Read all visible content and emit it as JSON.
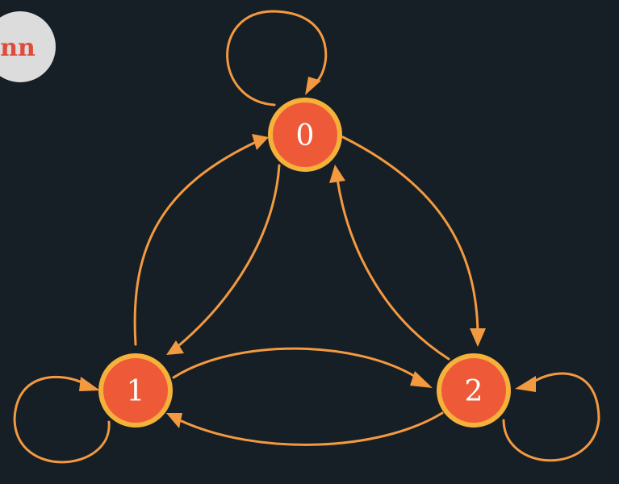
{
  "logo": {
    "text": "nn"
  },
  "nodes": [
    {
      "id": "0",
      "label": "0"
    },
    {
      "id": "1",
      "label": "1"
    },
    {
      "id": "2",
      "label": "2"
    }
  ],
  "edges": [
    {
      "from": "0",
      "to": "0",
      "kind": "self-loop"
    },
    {
      "from": "1",
      "to": "1",
      "kind": "self-loop"
    },
    {
      "from": "2",
      "to": "2",
      "kind": "self-loop"
    },
    {
      "from": "1",
      "to": "0",
      "kind": "directed"
    },
    {
      "from": "0",
      "to": "1",
      "kind": "directed"
    },
    {
      "from": "0",
      "to": "2",
      "kind": "directed"
    },
    {
      "from": "2",
      "to": "0",
      "kind": "directed"
    },
    {
      "from": "1",
      "to": "2",
      "kind": "directed"
    },
    {
      "from": "2",
      "to": "1",
      "kind": "directed"
    }
  ],
  "colors": {
    "background": "#161e26",
    "edge": "#f39a40",
    "node_fill": "#ee5a38",
    "node_border": "#f6b13b",
    "label": "#ffffff",
    "logo_fill": "#dcdcdc",
    "logo_text": "#e04a3a"
  }
}
